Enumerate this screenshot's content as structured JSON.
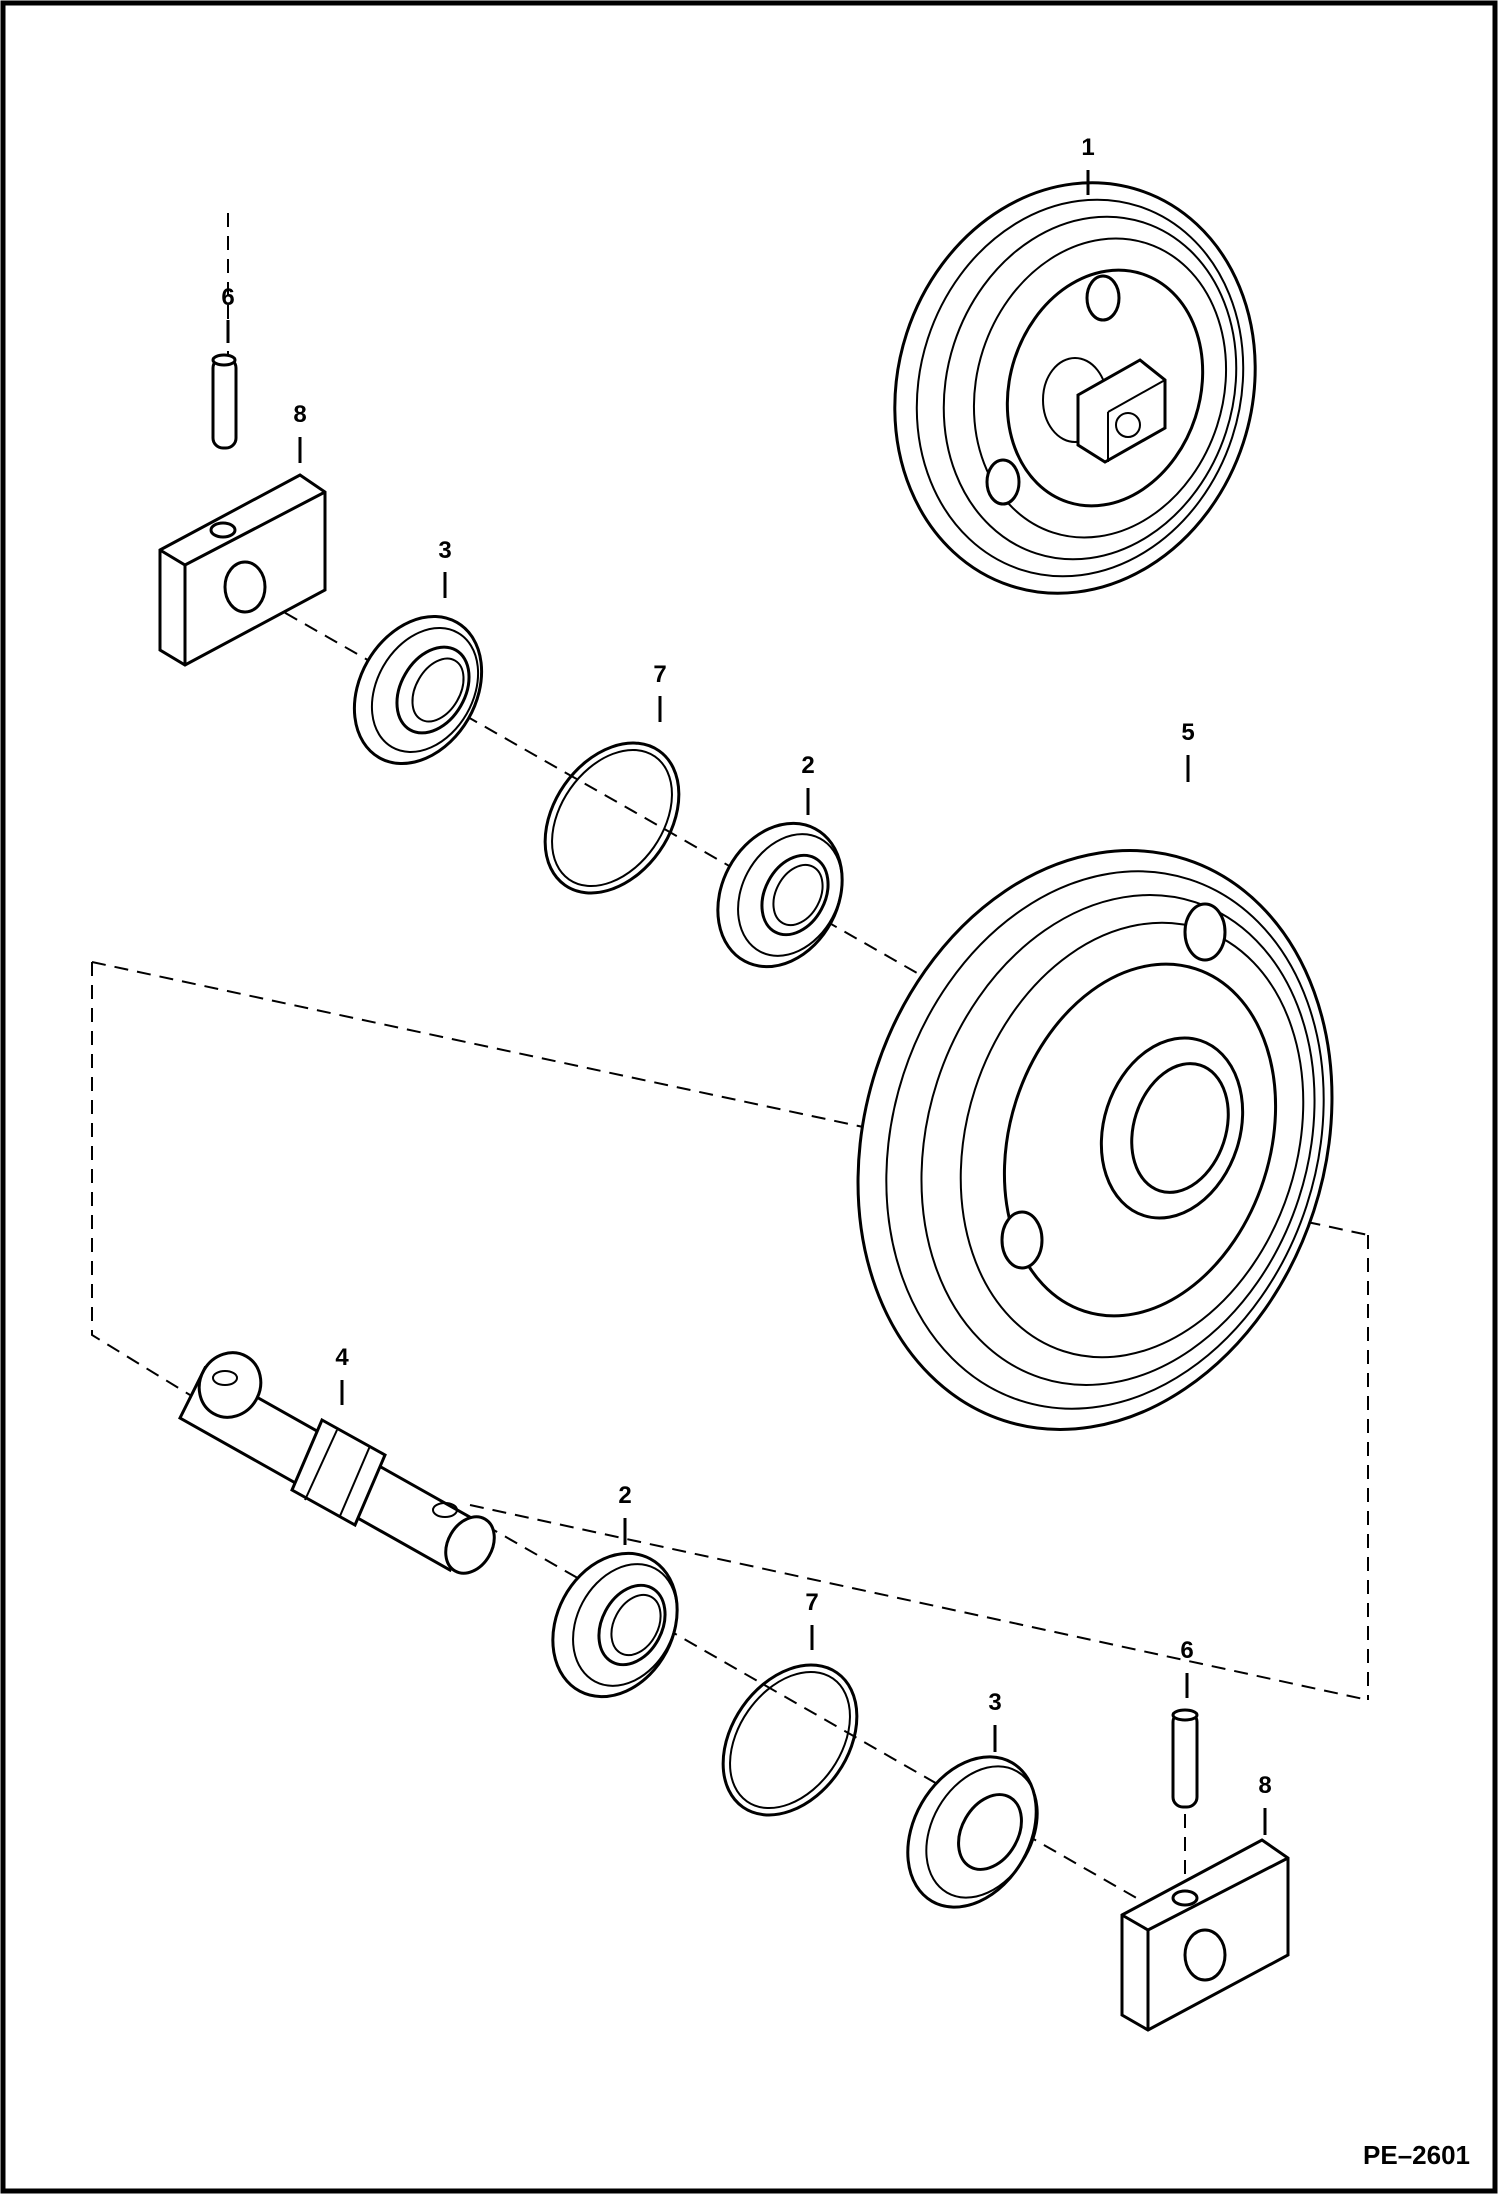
{
  "figure_id": "PE–2601",
  "callouts": {
    "idler_assembly": "1",
    "bearing_upper": "2",
    "bearing_lower": "2",
    "seal_upper": "3",
    "seal_lower": "3",
    "shaft": "4",
    "idler_wheel": "5",
    "pin_upper": "6",
    "pin_lower": "6",
    "ring_upper": "7",
    "ring_lower": "7",
    "bracket_upper": "8",
    "bracket_lower": "8"
  }
}
